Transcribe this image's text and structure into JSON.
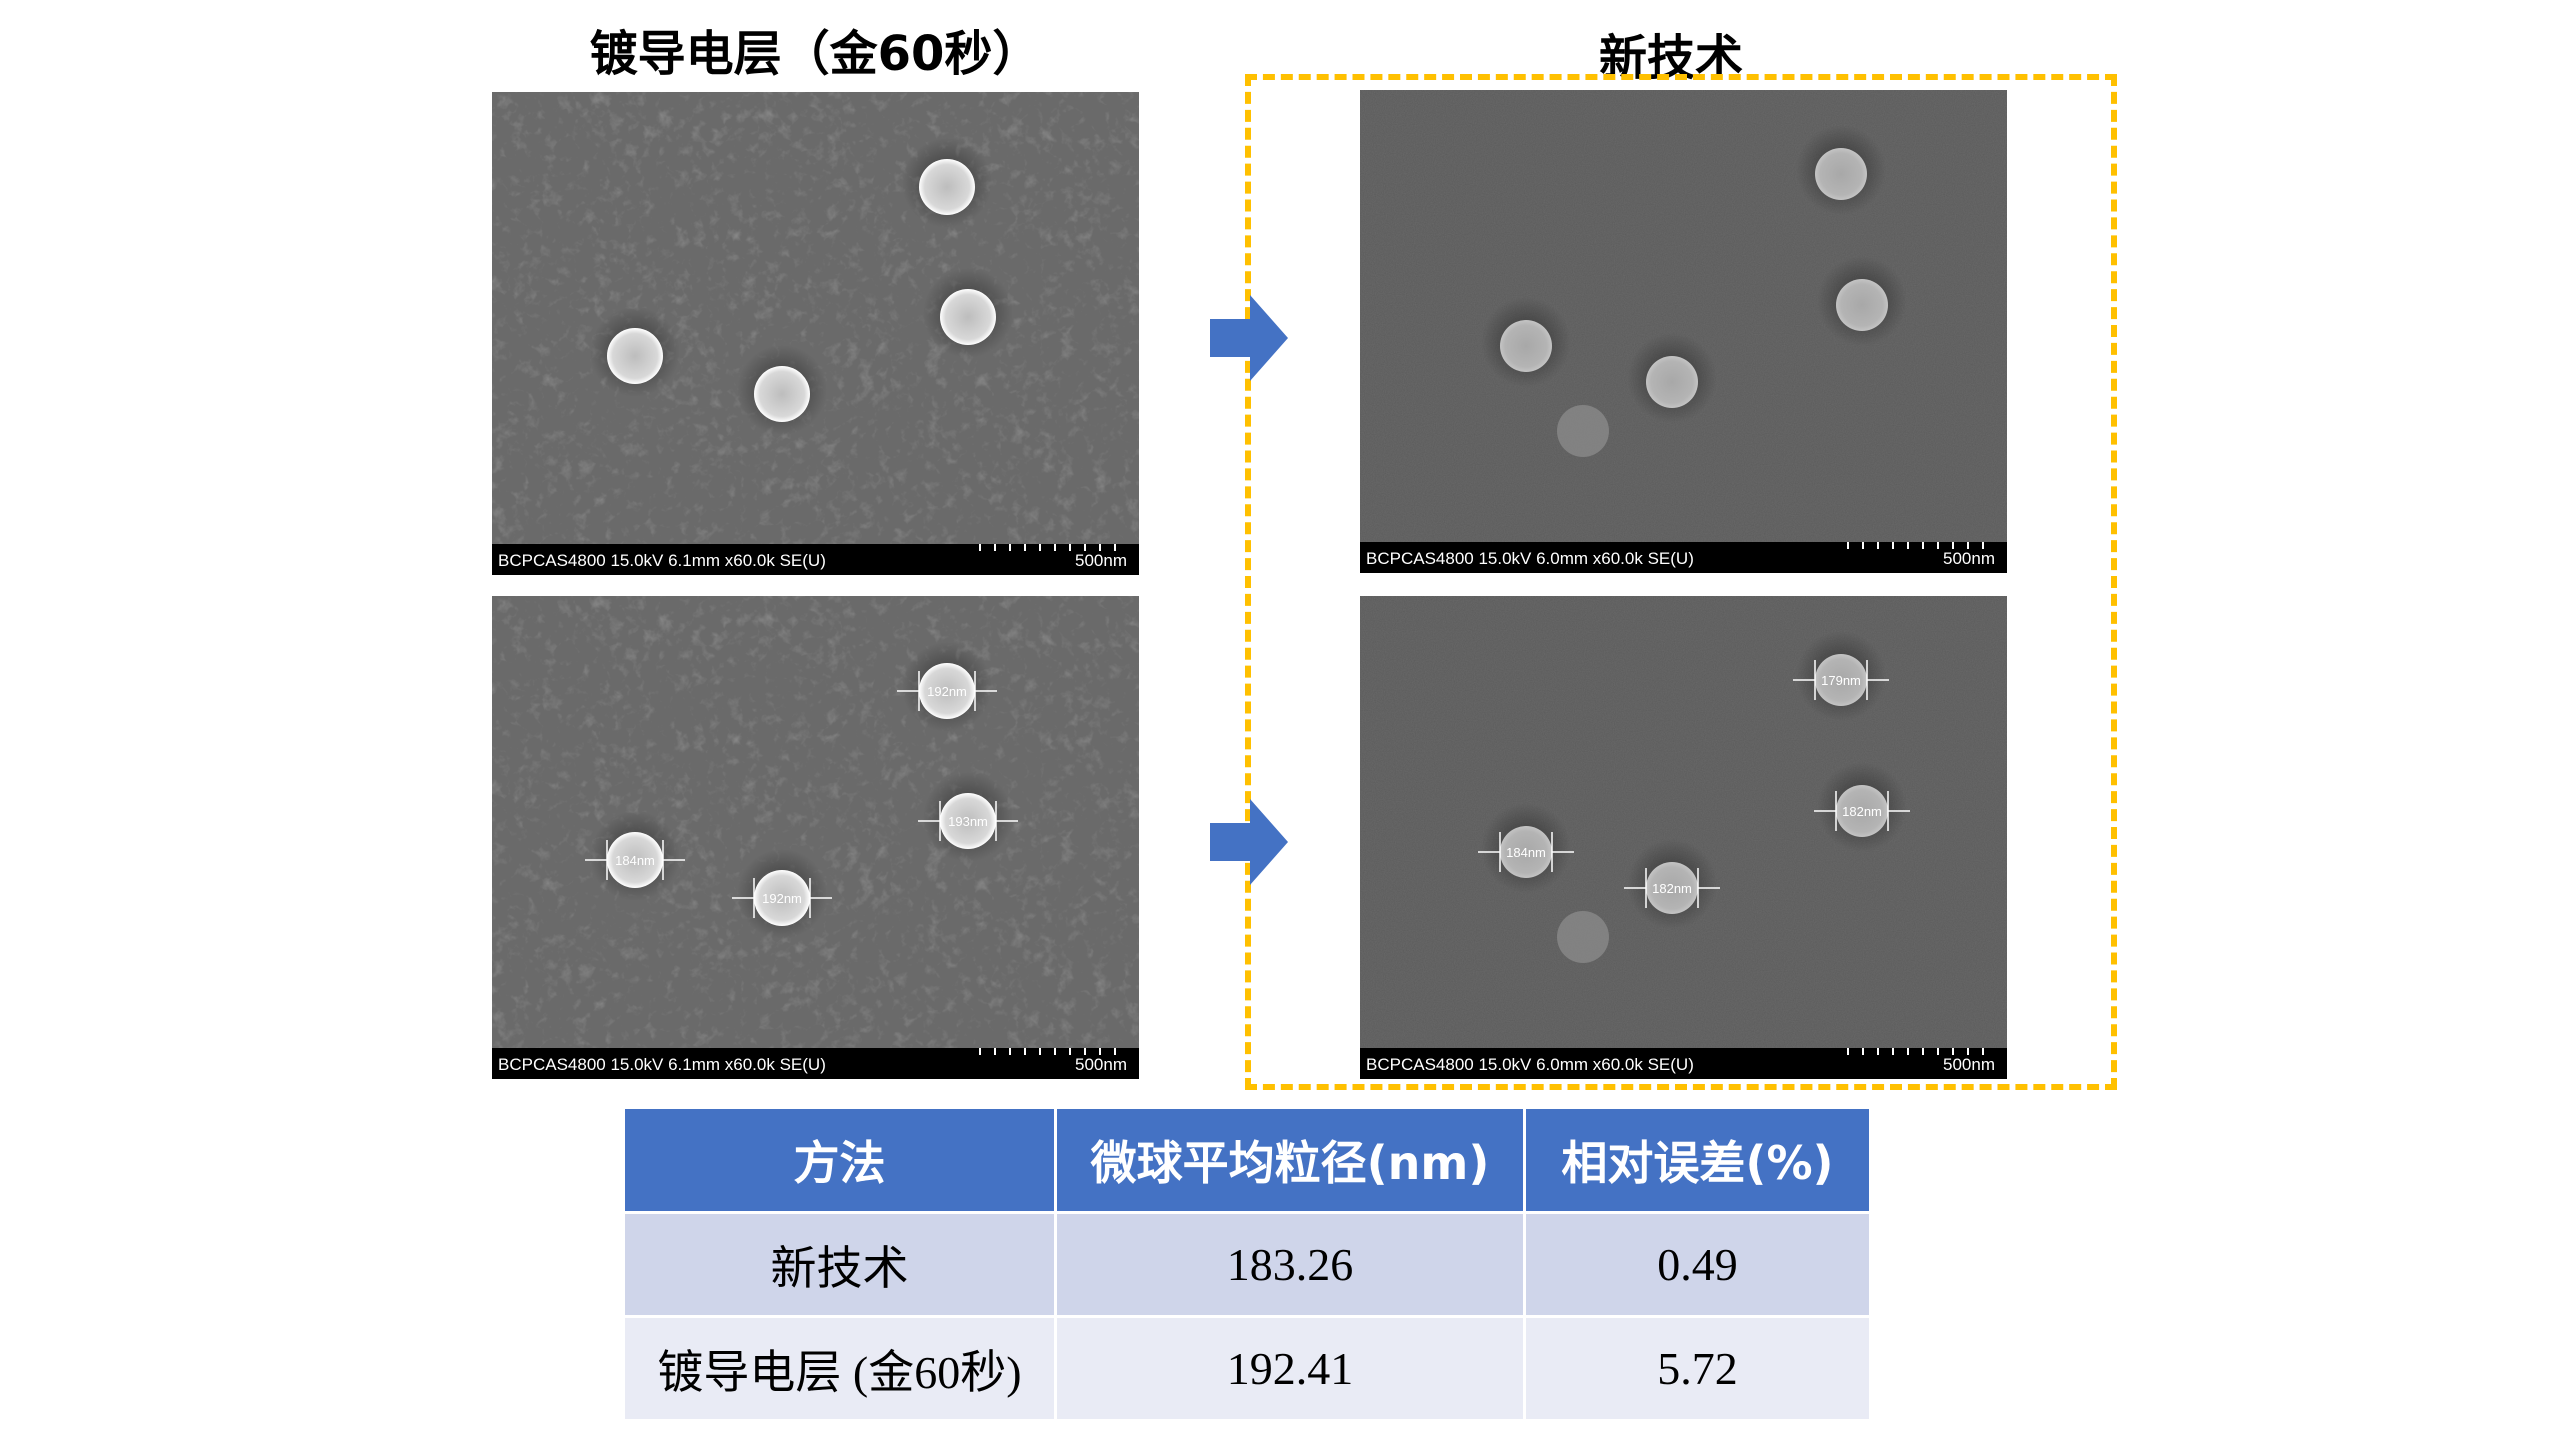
{
  "titles": {
    "left": "镀导电层（金60秒）",
    "right": "新技术"
  },
  "panels": {
    "left_top": {
      "info": "BCPCAS4800 15.0kV 6.1mm x60.0k SE(U)",
      "scale": "500nm"
    },
    "left_bottom": {
      "info": "BCPCAS4800 15.0kV 6.1mm x60.0k SE(U)",
      "scale": "500nm",
      "labels": [
        "192nm",
        "193nm",
        "184nm",
        "192nm"
      ]
    },
    "right_top": {
      "info": "BCPCAS4800 15.0kV 6.0mm x60.0k SE(U)",
      "scale": "500nm"
    },
    "right_bottom": {
      "info": "BCPCAS4800 15.0kV 6.0mm x60.0k SE(U)",
      "scale": "500nm",
      "labels": [
        "179nm",
        "182nm",
        "184nm",
        "182nm"
      ]
    }
  },
  "colors": {
    "arrow": "#4472C4",
    "highlight": "#FFC000",
    "header": "#4472C4"
  },
  "table": {
    "headers": [
      "方法",
      "微球平均粒径(nm)",
      "相对误差(%)"
    ],
    "rows": [
      [
        "新技术",
        "183.26",
        "0.49"
      ],
      [
        "镀导电层 (金60秒)",
        "192.41",
        "5.72"
      ]
    ]
  }
}
